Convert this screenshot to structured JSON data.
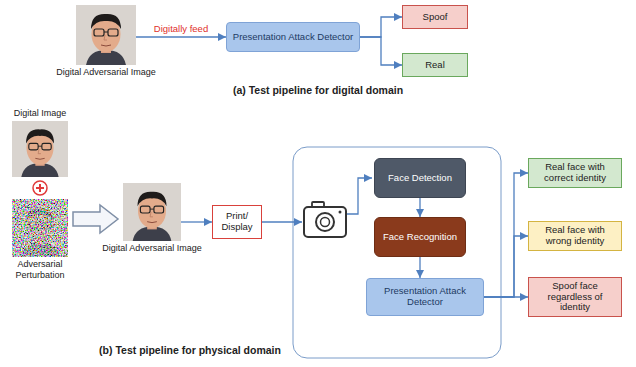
{
  "diagram": {
    "nodes": [
      {
        "text": [
          "Digital Adversarial Image"
        ]
      },
      {
        "text": [
          "Presentation Attack Detector"
        ]
      },
      {
        "text": [
          "Spoof"
        ]
      },
      {
        "text": [
          "Real"
        ]
      },
      {
        "text": [
          "Digital Image"
        ]
      },
      {
        "text": [
          "Adversarial Perturbation"
        ]
      },
      {
        "text": [
          "Digital Adversarial Image"
        ]
      },
      {
        "text": [
          "Print/ Display"
        ]
      },
      {
        "text": [
          "Face Detection"
        ]
      },
      {
        "text": [
          "Face Recognition"
        ]
      },
      {
        "text": [
          "Presentation Attack Detector"
        ]
      },
      {
        "text": [
          "Real face with correct identity"
        ]
      },
      {
        "text": [
          "Real face with wrong identity"
        ]
      },
      {
        "text": [
          "Spoof face regardless of identity"
        ]
      }
    ],
    "edges": [
      {
        "from": 0,
        "to": 1,
        "label": "Digitally feed",
        "arrow": "to"
      },
      {
        "from": 1,
        "to": 2,
        "arrow": "to"
      },
      {
        "from": 1,
        "to": 3,
        "arrow": "to"
      },
      {
        "from": 6,
        "to": 7,
        "arrow": "to"
      },
      {
        "from": 8,
        "to": 9,
        "arrow": "to"
      },
      {
        "from": 9,
        "to": 10,
        "arrow": "to"
      },
      {
        "from": 10,
        "to": 11,
        "arrow": "to"
      },
      {
        "from": 10,
        "to": 12,
        "arrow": "to"
      },
      {
        "from": 10,
        "to": 13,
        "arrow": "to"
      }
    ],
    "labels": [
      "(a) Test pipeline for digital domain",
      "(b) Test pipeline for physical domain"
    ]
  }
}
